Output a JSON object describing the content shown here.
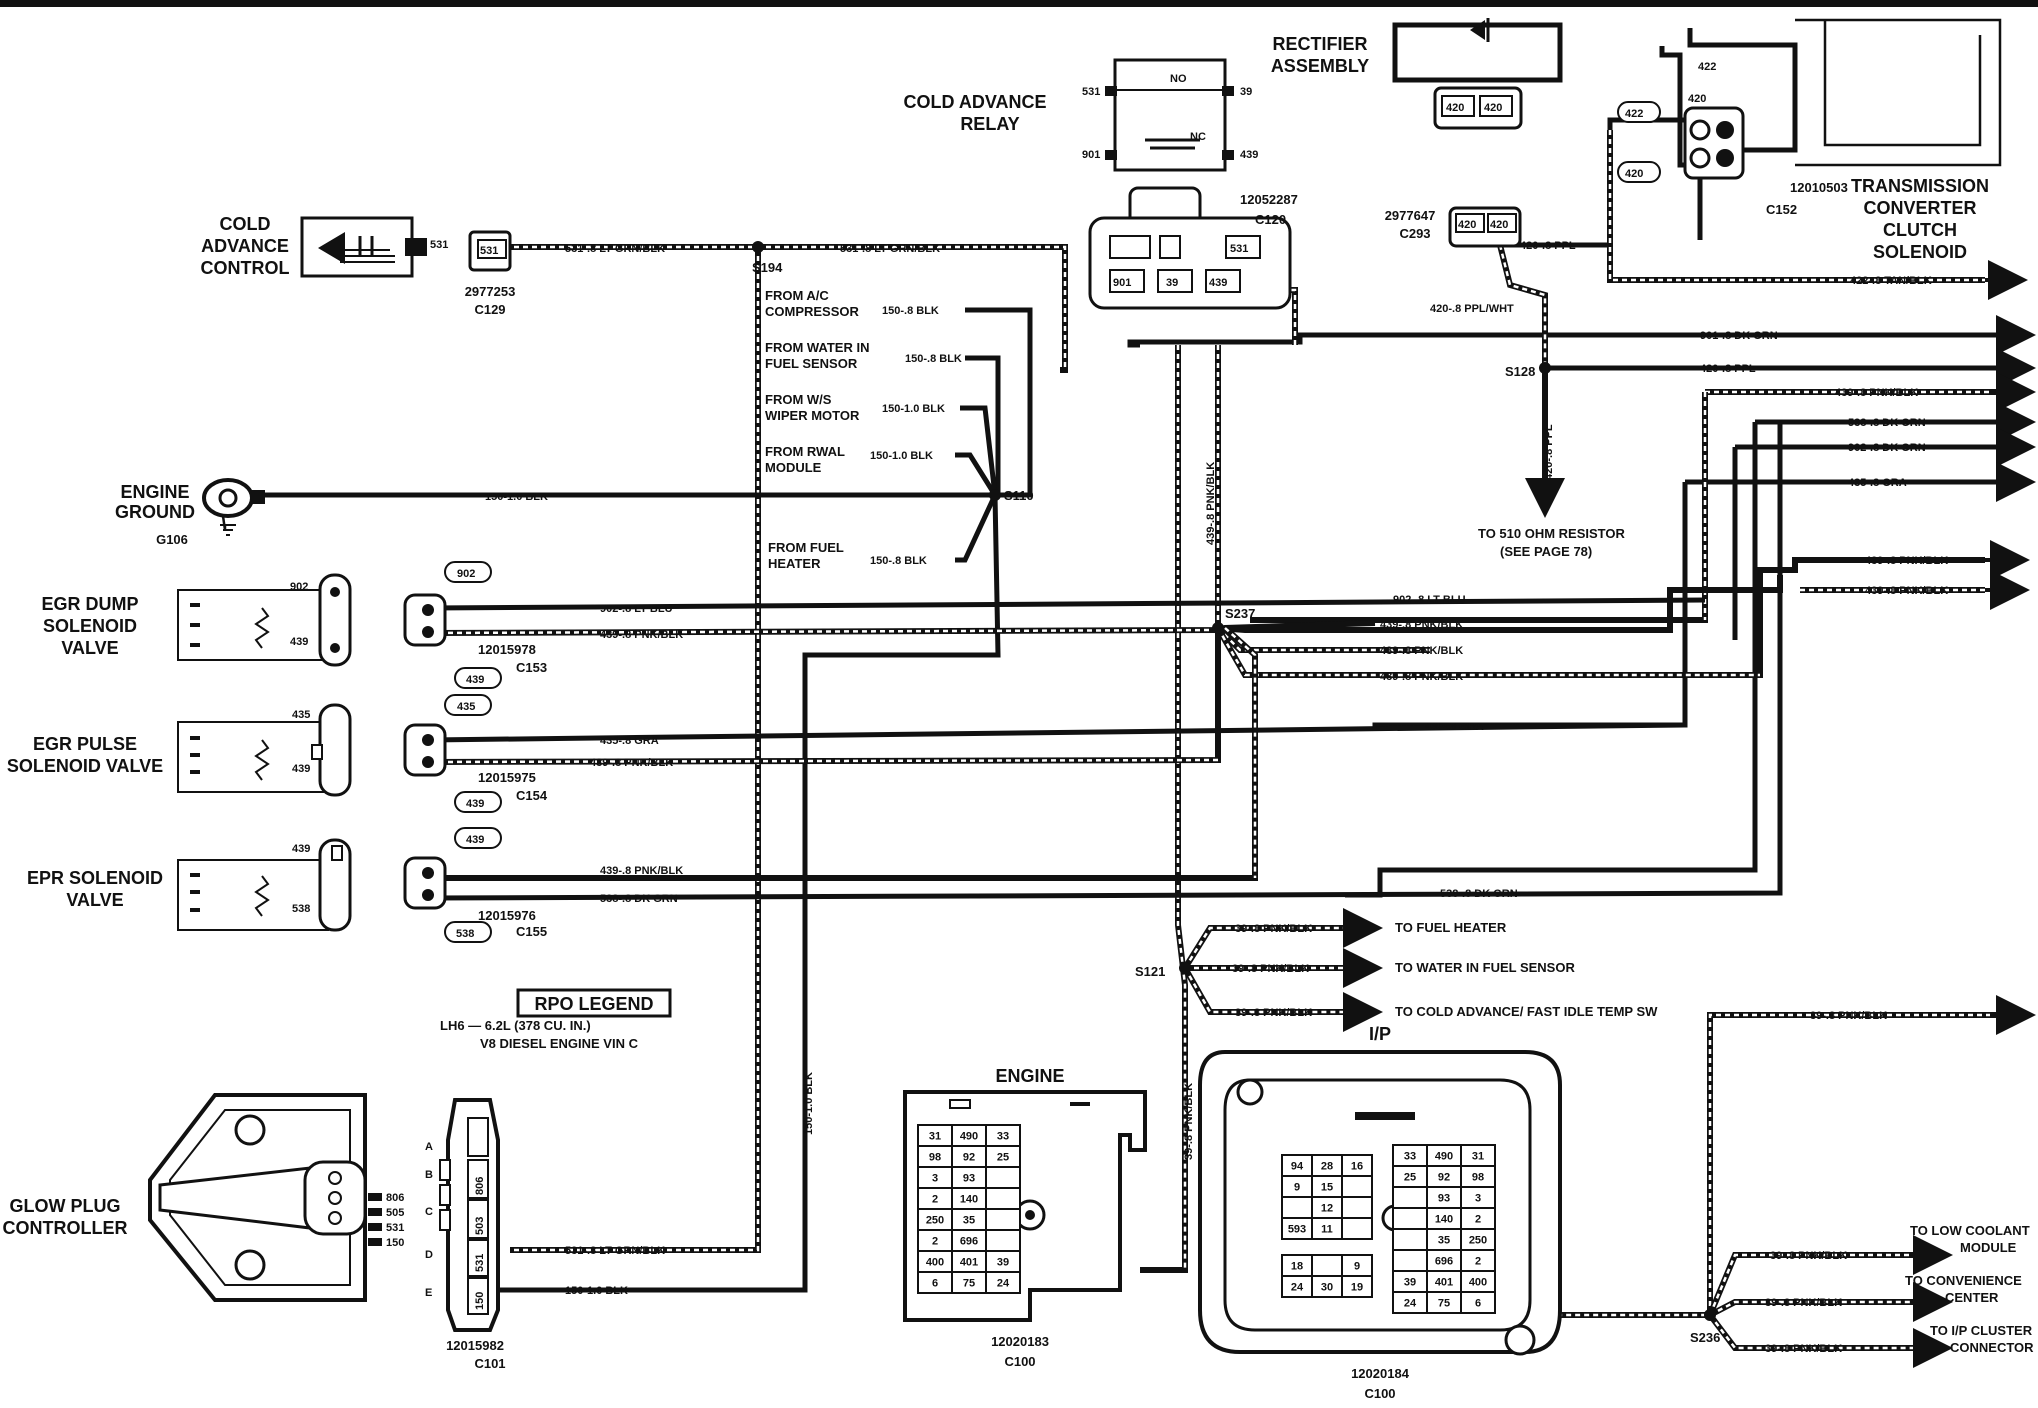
{
  "components": {
    "cold_advance_control": [
      "COLD",
      "ADVANCE",
      "CONTROL"
    ],
    "cold_advance_relay": [
      "COLD ADVANCE",
      "RELAY"
    ],
    "rectifier_assembly": [
      "RECTIFIER",
      "ASSEMBLY"
    ],
    "tcc_solenoid": [
      "TRANSMISSION",
      "CONVERTER",
      "CLUTCH",
      "SOLENOID"
    ],
    "engine_ground": [
      "ENGINE",
      "GROUND"
    ],
    "egr_dump": [
      "EGR DUMP",
      "SOLENOID",
      "VALVE"
    ],
    "egr_pulse": [
      "EGR PULSE",
      "SOLENOID VALVE"
    ],
    "epr_solenoid": [
      "EPR SOLENOID",
      "VALVE"
    ],
    "glow_plug": [
      "GLOW PLUG",
      "CONTROLLER"
    ],
    "engine_block": "ENGINE",
    "ip_block": "I/P"
  },
  "connectors": {
    "c129": [
      "2977253",
      "C129"
    ],
    "c120": [
      "12052287",
      "C120"
    ],
    "c293": [
      "2977647",
      "C293"
    ],
    "c152": [
      "12010503",
      "C152"
    ],
    "c153": [
      "12015978",
      "C153"
    ],
    "c154": [
      "12015975",
      "C154"
    ],
    "c155": [
      "12015976",
      "C155"
    ],
    "c101": [
      "12015982",
      "C101"
    ],
    "c100_engine": [
      "12020183",
      "C100"
    ],
    "c100_ip": [
      "12020184",
      "C100"
    ]
  },
  "splices": {
    "s194": "S194",
    "s110": "S110",
    "s128": "S128",
    "s237": "S237",
    "s121": "S121",
    "s236": "S236",
    "g106": "G106"
  },
  "circuit_numbers": {
    "n531": "531",
    "n420": "420",
    "n422": "422",
    "n901": "901",
    "n39": "39",
    "n439": "439",
    "n902": "902",
    "n435": "435",
    "n538": "538",
    "n150": "150",
    "n806": "806",
    "n505": "505",
    "no": "NO",
    "nc": "NC"
  },
  "wires": {
    "w531_a": "531-.8 LT GRN/BLK",
    "w531_b": "531-.8 LT GRN/BLK",
    "w150_ac": "150-.8 BLK",
    "w150_wif": "150-.8 BLK",
    "w150_ws": "150-1.0 BLK",
    "w150_rwal": "150-1.0 BLK",
    "w150_fuel": "150-.8 BLK",
    "w150_gnd": "150-1.0 BLK",
    "w150_vert": "150-1.0 BLK",
    "w150_glow": "150-1.0 BLK",
    "w531_glow": "531-.8 LT GRN/BLK",
    "w420_ppl": "420-.8 PPL",
    "w420_pplwht": "420-.8 PPL/WHT",
    "w420_ppl_r": "420-.8 PPL",
    "w420_ppl_v": "420-.8 PPL",
    "w422": "422-.8 TAN/BLK",
    "w901": "901-.8 DK GRN",
    "w439_r1": "439-.8 PNK/BLK",
    "w538_r": "538-.8 DK GRN",
    "w902_r": "902-.8 DK GRN",
    "w435_r": "435-.8 GRA",
    "w439_v": "439-.8 PNK/BLK",
    "w902_lt": "902-.8 LT BLU",
    "w902_lt2": "902-.8 LT BLU",
    "w439_egr": "439-.8 PNK/BLK",
    "w439_s1": "439-.8 PNK/BLK",
    "w439_s2": "439-.8 PNK/BLK",
    "w439_s3": "439-.8 PNK/BLK",
    "w439_r2": "439-.8 PNK/BLK",
    "w439_r3": "439-.8 PNK/BLK",
    "w435_egr": "435-.8 GRA",
    "w435_mid": "435-.8 GRA",
    "w439_pulse": "439-.8 PNK/BLK",
    "w439_epr": "439-.8 PNK/BLK",
    "w538_epr": "538-.8 DK GRN",
    "w538_mid": "538-.8 DK GRN",
    "w39_1": "39-.8 PNK/BLK",
    "w39_2": "39-.8 PNK/BLK",
    "w39_3": "39-.8 PNK/BLK",
    "w39_r": "39-.8 PNK/BLK",
    "w39_v": "39-.8 PNK/BLK",
    "w39_lc": "39-.8 PNK/BLK",
    "w39_cc": "39-.8 PNK/BLK",
    "w39_ip": "39-.8 PNK/BLK"
  },
  "sources": {
    "from_ac": [
      "FROM A/C",
      "COMPRESSOR"
    ],
    "from_wif": [
      "FROM WATER IN",
      "FUEL SENSOR"
    ],
    "from_ws": [
      "FROM W/S",
      "WIPER MOTOR"
    ],
    "from_rwal": [
      "FROM RWAL",
      "MODULE"
    ],
    "from_fuel": [
      "FROM FUEL",
      "HEATER"
    ]
  },
  "destinations": {
    "to_resistor": [
      "TO 510 OHM RESISTOR",
      "(SEE PAGE 78)"
    ],
    "to_fuel_heater": "TO FUEL HEATER",
    "to_wif": "TO WATER IN FUEL SENSOR",
    "to_cold_adv": "TO COLD ADVANCE/ FAST IDLE TEMP SW",
    "to_coolant": [
      "TO LOW COOLANT",
      "MODULE"
    ],
    "to_conv": [
      "TO CONVENIENCE",
      "CENTER"
    ],
    "to_ip": [
      "TO I/P CLUSTER",
      "CONNECTOR"
    ]
  },
  "rpo": {
    "title": "RPO LEGEND",
    "line1": "LH6 — 6.2L (378 CU. IN.)",
    "line2": "V8 DIESEL ENGINE VIN C"
  },
  "glow_pins": [
    "A",
    "B",
    "C",
    "D",
    "E"
  ],
  "glow_cavities": [
    "806",
    "503",
    "531",
    "150"
  ],
  "engine_grid": [
    [
      "31",
      "490",
      "33"
    ],
    [
      "98",
      "92",
      "25"
    ],
    [
      "3",
      "93",
      ""
    ],
    [
      "2",
      "140",
      ""
    ],
    [
      "250",
      "35",
      ""
    ],
    [
      "2",
      "696",
      ""
    ],
    [
      "400",
      "401",
      "39"
    ],
    [
      "6",
      "75",
      "24"
    ]
  ],
  "ip_grid_right": [
    [
      "33",
      "490",
      "31"
    ],
    [
      "25",
      "92",
      "98"
    ],
    [
      "",
      "93",
      "3"
    ],
    [
      "",
      "140",
      "2"
    ],
    [
      "",
      "35",
      "250"
    ],
    [
      "",
      "696",
      "2"
    ],
    [
      "39",
      "401",
      "400"
    ],
    [
      "24",
      "75",
      "6"
    ]
  ],
  "ip_grid_left": [
    [
      "94",
      "28",
      "16"
    ],
    [
      "9",
      "15",
      ""
    ],
    [
      "",
      "12",
      ""
    ],
    [
      "593",
      "11",
      ""
    ]
  ],
  "ip_grid_low": [
    [
      "18",
      "",
      "9"
    ],
    [
      "24",
      "30",
      "19"
    ]
  ]
}
